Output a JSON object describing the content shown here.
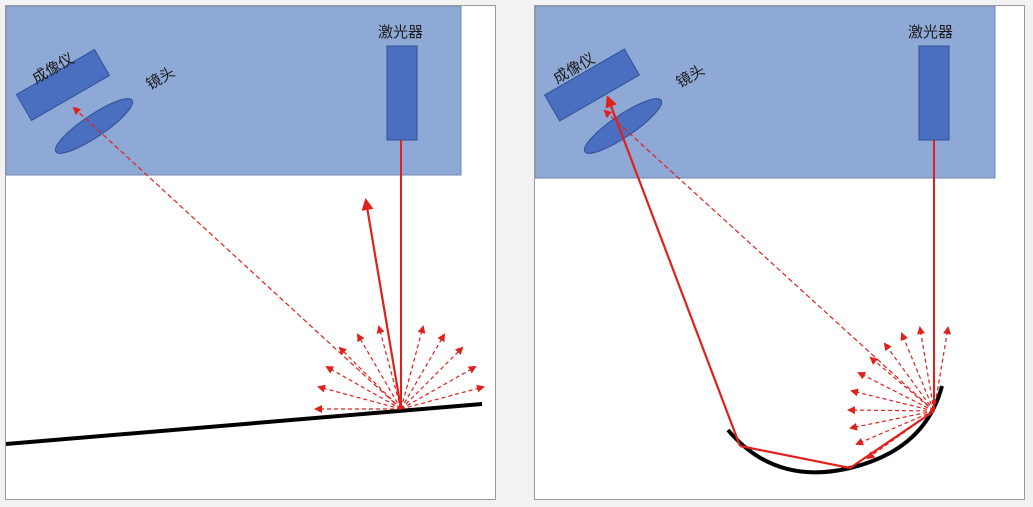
{
  "colors": {
    "housing_fill": "#8fa9d6",
    "housing_stroke": "#6f86b3",
    "device_fill": "#4a6fc0",
    "device_stroke": "#2f4f96",
    "laser": "#e0201b",
    "surface": "#000000"
  },
  "panels": [
    {
      "id": "flat-surface",
      "labels": {
        "imager": "成像仪",
        "lens": "镜头",
        "laser": "激光器"
      }
    },
    {
      "id": "curved-surface",
      "labels": {
        "imager": "成像仪",
        "lens": "镜头",
        "laser": "激光器"
      }
    }
  ]
}
